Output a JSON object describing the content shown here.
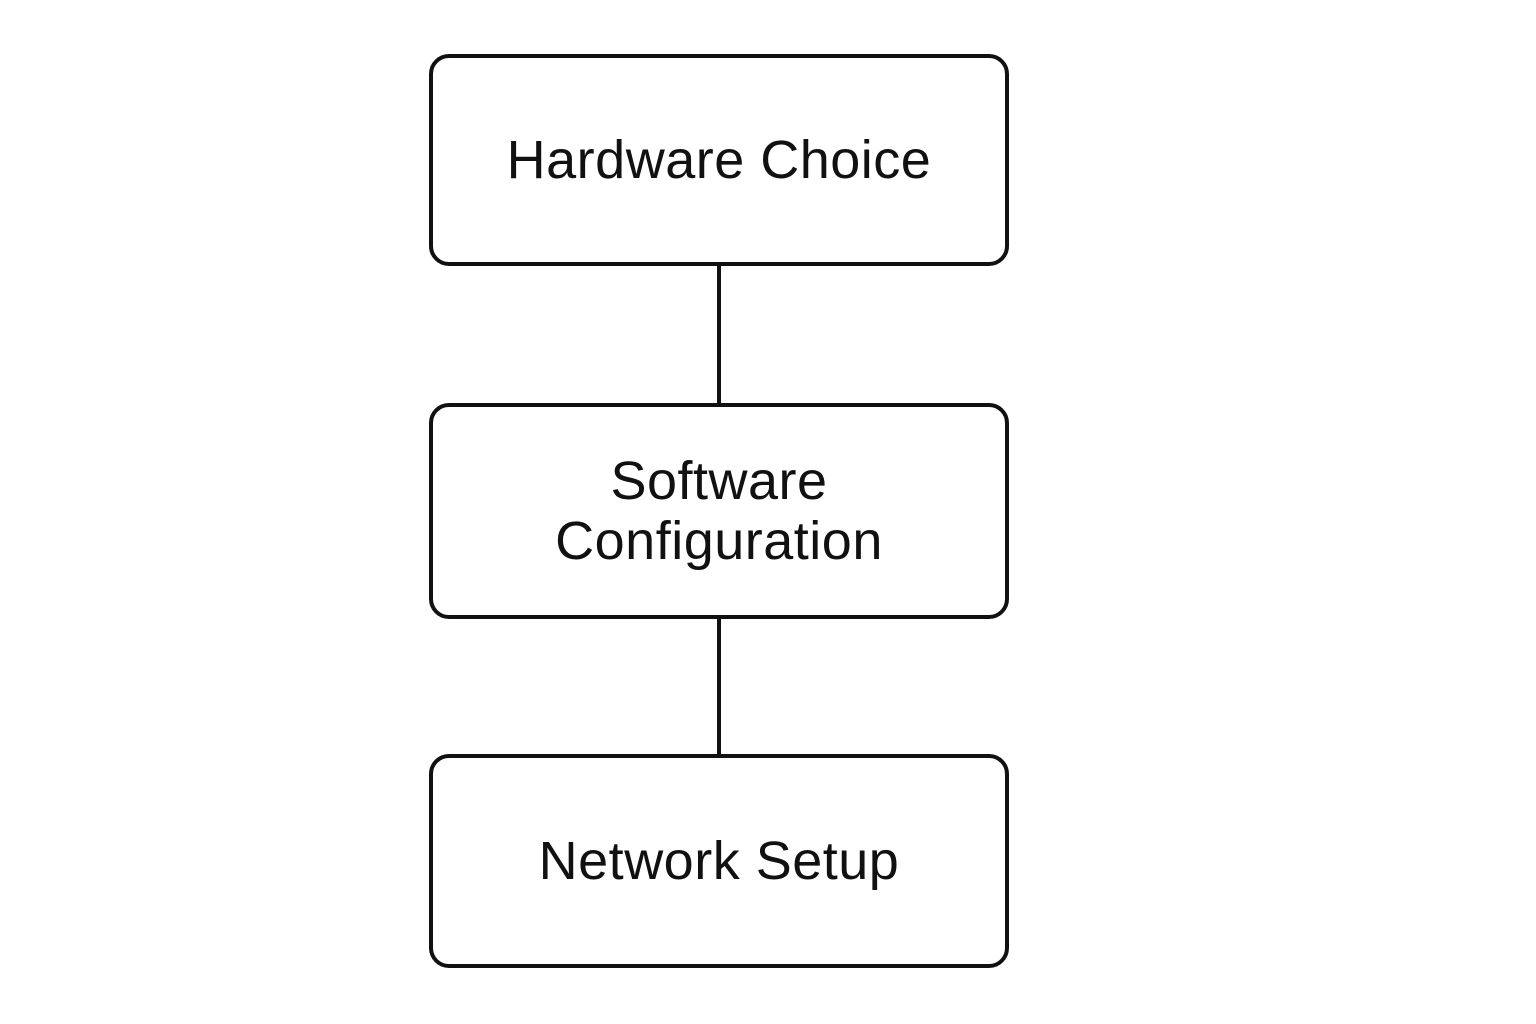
{
  "diagram": {
    "type": "vertical-flow",
    "colors": {
      "stroke": "#111111",
      "background": "#ffffff",
      "text": "#111111"
    },
    "nodes": [
      {
        "label": "Hardware Choice"
      },
      {
        "label": "Software Configuration"
      },
      {
        "label": "Network Setup"
      }
    ],
    "edges": [
      {
        "from": "Hardware Choice",
        "to": "Software Configuration"
      },
      {
        "from": "Software Configuration",
        "to": "Network Setup"
      }
    ]
  }
}
